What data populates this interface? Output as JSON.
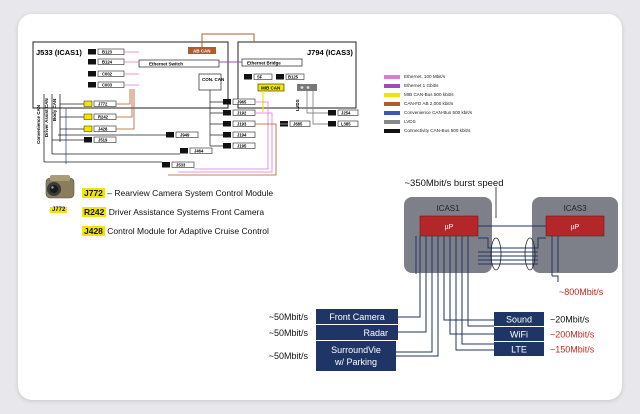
{
  "left_diagram": {
    "icas1_title": "J533 (ICAS1)",
    "icas3_title": "J794 (ICAS3)",
    "ethernet_switch": "Ethernet Switch",
    "ethernet_bridge": "Ethernet Bridge",
    "ab_can": "AB CAN",
    "con_can": "CON. CAN",
    "mib_can": "MIB CAN",
    "icas1_ports": [
      "B123",
      "B124",
      "C002",
      "C003"
    ],
    "icas3_ports": [
      "SF",
      "B125"
    ],
    "lvds": "LVDS",
    "side_labels": [
      "Convenience CAN",
      "Driver Assist CAN",
      "Body CAN"
    ],
    "left_modules": [
      "J772",
      "R242",
      "J428",
      "J519"
    ],
    "mid_modules": [
      "J949",
      "J464",
      "J533"
    ],
    "right_modules": [
      "J965",
      "J192",
      "J193",
      "J194",
      "J195"
    ],
    "lvds_modules": [
      "J685",
      "J254",
      "L385"
    ],
    "legend": [
      {
        "label": "Ethernet, 100 Mbit/s",
        "color": "#e07ad0"
      },
      {
        "label": "Ethernet 1 Gbit/s",
        "color": "#9a4fb5"
      },
      {
        "label": "MIB CAN-Bus 500 kbit/s",
        "color": "#f2e600"
      },
      {
        "label": "CAN-FD AB 2,000 kbit/s",
        "color": "#b35a2a"
      },
      {
        "label": "Convenience CAN-Bus 500 kbit/s",
        "color": "#3a58b8"
      },
      {
        "label": "LVDS",
        "color": "#888888"
      },
      {
        "label": "Connectivity CAN-Bus 500 kbit/s",
        "color": "#111111"
      }
    ],
    "camera_label": "J772",
    "captions": [
      {
        "code": "J772",
        "text": "– Rearview Camera System Control Module"
      },
      {
        "code": "R242",
        "text": "Driver Assistance Systems Front Camera"
      },
      {
        "code": "J428",
        "text": "Control Module for Adaptive Cruise Control"
      }
    ]
  },
  "right_diagram": {
    "burst_label": "~350Mbit/s burst speed",
    "icas1": "ICAS1",
    "icas3": "ICAS3",
    "cpu1": "µP",
    "cpu3": "µP",
    "inputs": [
      {
        "name": "Front Camera",
        "rate": "~50Mbit/s"
      },
      {
        "name": "Radar",
        "rate": "~50Mbit/s"
      },
      {
        "name": "SurroundView w/ Parking",
        "line1": "SurroundVie",
        "line2": "w/ Parking",
        "rate": "~50Mbit/s"
      }
    ],
    "outputs": [
      {
        "name": "Sound",
        "rate": "~20Mbit/s",
        "rate_color": "#111111"
      },
      {
        "name": "WiFi",
        "rate": "~200Mbit/s",
        "rate_color": "#c0281e"
      },
      {
        "name": "LTE",
        "rate": "~150Mbit/s",
        "rate_color": "#c0281e"
      }
    ],
    "link_rate": "~800Mbit/s",
    "colors": {
      "accent_red": "#c0281e",
      "navy": "#1f3566",
      "cpu_red": "#b3262a",
      "gray_box": "#7d8089"
    }
  }
}
